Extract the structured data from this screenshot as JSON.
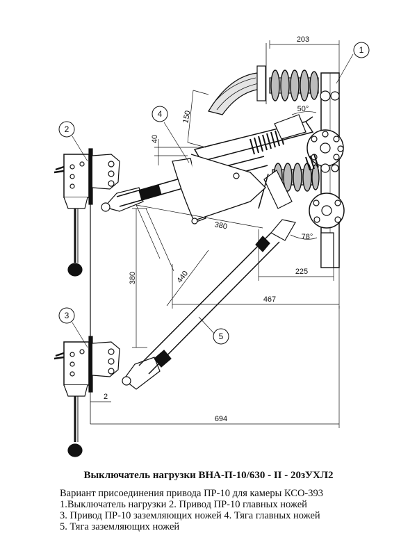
{
  "dimensions": {
    "d203": "203",
    "d150": "150",
    "d40": "40",
    "d380a": "380",
    "d50deg": "50°",
    "d78deg": "78°",
    "d225": "225",
    "d467": "467",
    "d440": "440",
    "d380b": "380",
    "d2": "2",
    "d694": "694"
  },
  "callouts": [
    "1",
    "2",
    "3",
    "4",
    "5"
  ],
  "caption": "Выключатель нагрузки ВНА-П-10/630 - II - 20зУХЛ2",
  "legend": [
    "Вариант присоединения привода ПР-10 для камеры КСО-393",
    "1.Выключатель нагрузки  2. Привод ПР-10 главных ножей",
    "3. Привод ПР-10 заземляющих ножей 4. Тяга главных ножей",
    "5. Тяга заземляющих ножей"
  ]
}
